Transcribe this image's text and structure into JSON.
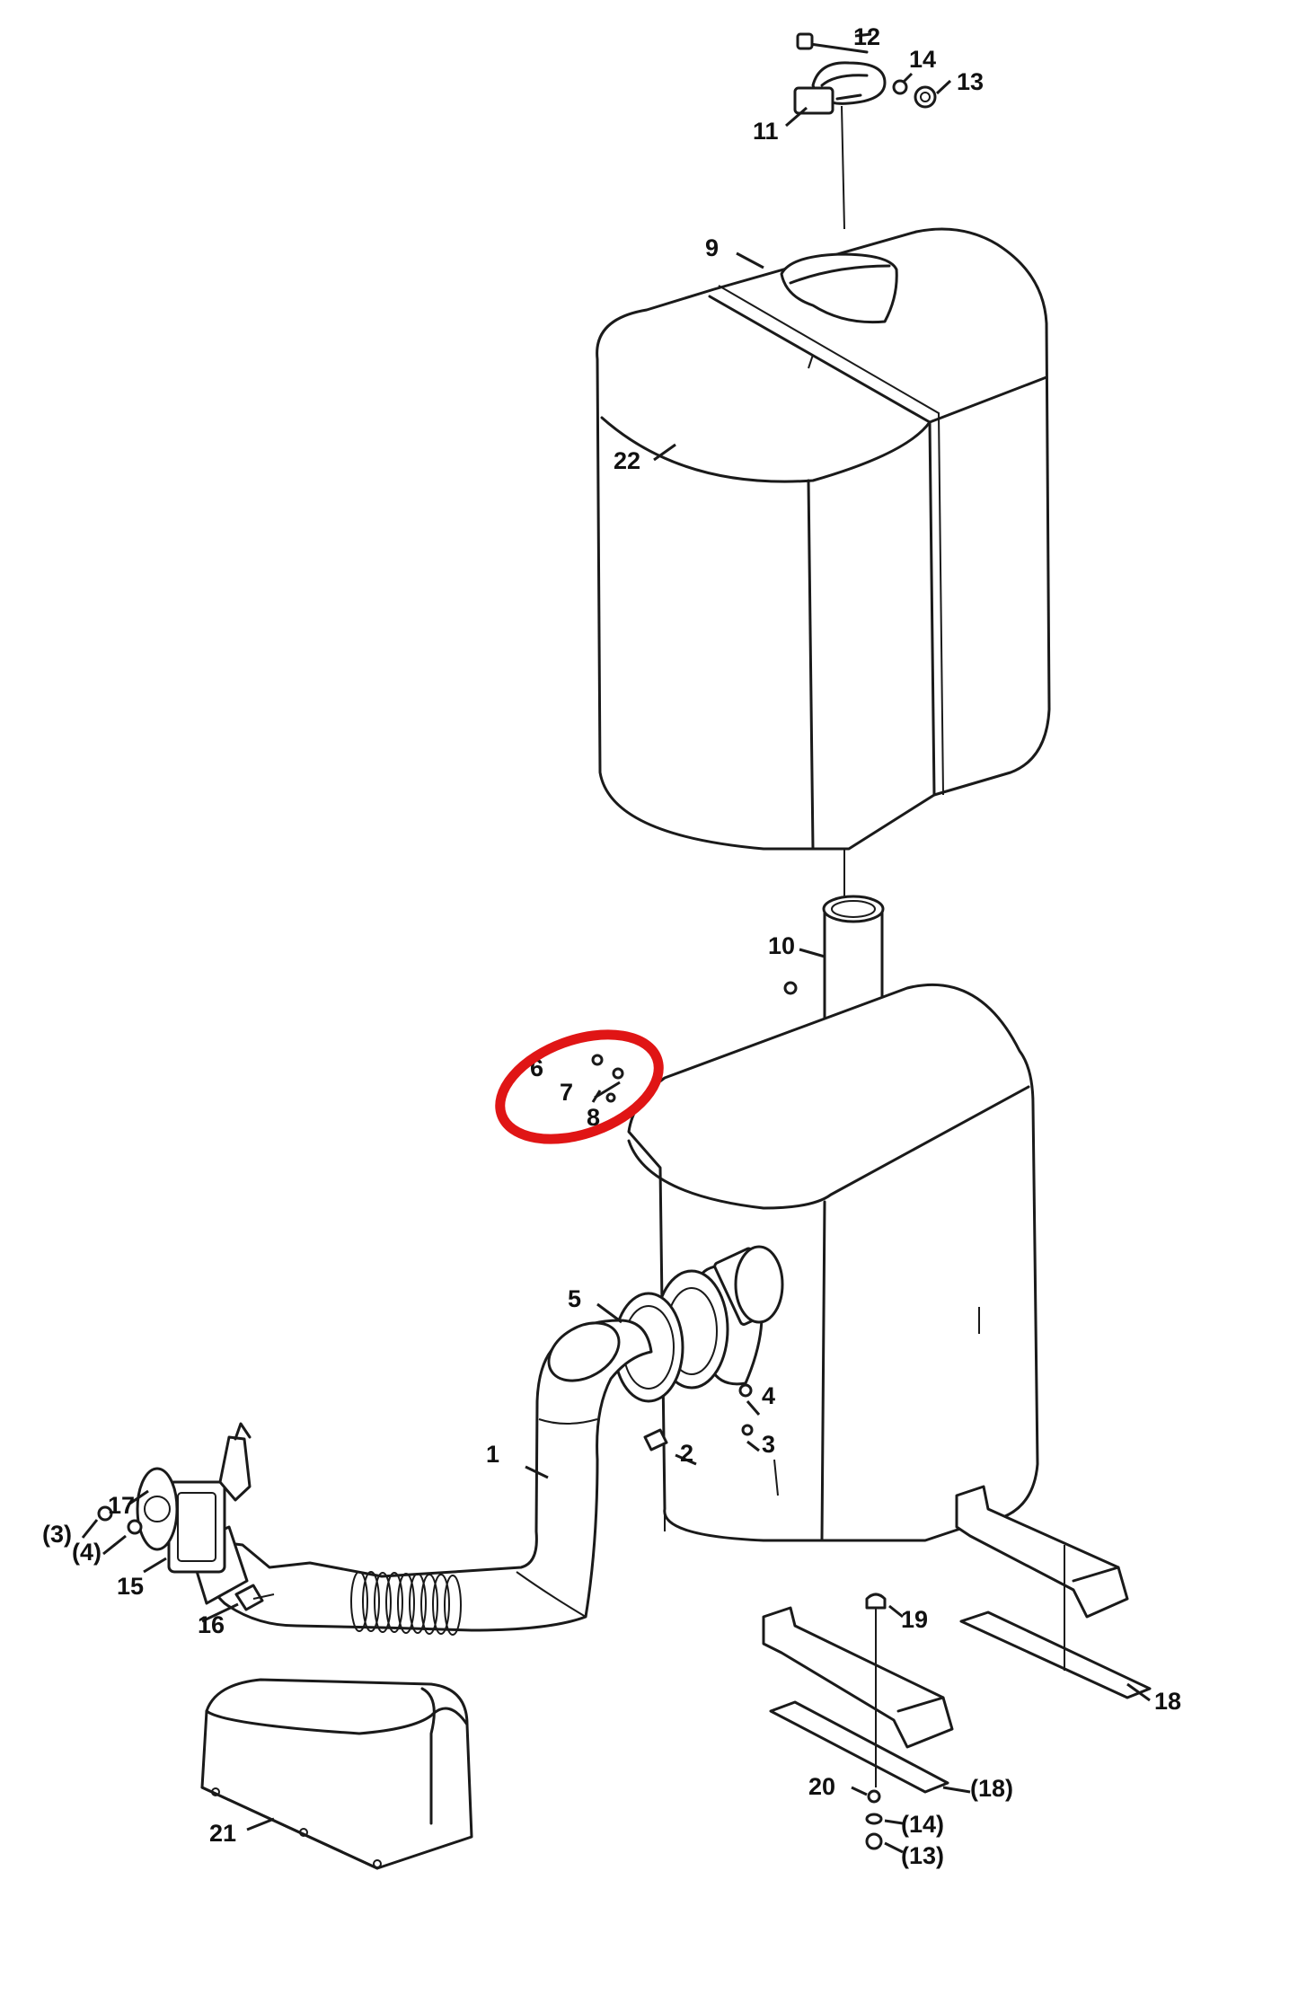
{
  "colors": {
    "line": "#1a1a1a",
    "highlight": "#e01515",
    "background": "#ffffff"
  },
  "callouts": [
    {
      "id": "c1",
      "text": "1"
    },
    {
      "id": "c2",
      "text": "2"
    },
    {
      "id": "c3",
      "text": "3"
    },
    {
      "id": "c3p",
      "text": "(3)"
    },
    {
      "id": "c4",
      "text": "4"
    },
    {
      "id": "c4p",
      "text": "(4)"
    },
    {
      "id": "c5",
      "text": "5"
    },
    {
      "id": "c6",
      "text": "6"
    },
    {
      "id": "c7",
      "text": "7"
    },
    {
      "id": "c8",
      "text": "8"
    },
    {
      "id": "c9",
      "text": "9"
    },
    {
      "id": "c10",
      "text": "10"
    },
    {
      "id": "c11",
      "text": "11"
    },
    {
      "id": "c12",
      "text": "12"
    },
    {
      "id": "c13",
      "text": "13"
    },
    {
      "id": "c13p",
      "text": "(13)"
    },
    {
      "id": "c14",
      "text": "14"
    },
    {
      "id": "c14p",
      "text": "(14)"
    },
    {
      "id": "c15",
      "text": "15"
    },
    {
      "id": "c16",
      "text": "16"
    },
    {
      "id": "c17",
      "text": "17"
    },
    {
      "id": "c18",
      "text": "18"
    },
    {
      "id": "c18p",
      "text": "(18)"
    },
    {
      "id": "c19",
      "text": "19"
    },
    {
      "id": "c20",
      "text": "20"
    },
    {
      "id": "c21",
      "text": "21"
    },
    {
      "id": "c22",
      "text": "22"
    }
  ],
  "highlight": {
    "target": "7"
  }
}
